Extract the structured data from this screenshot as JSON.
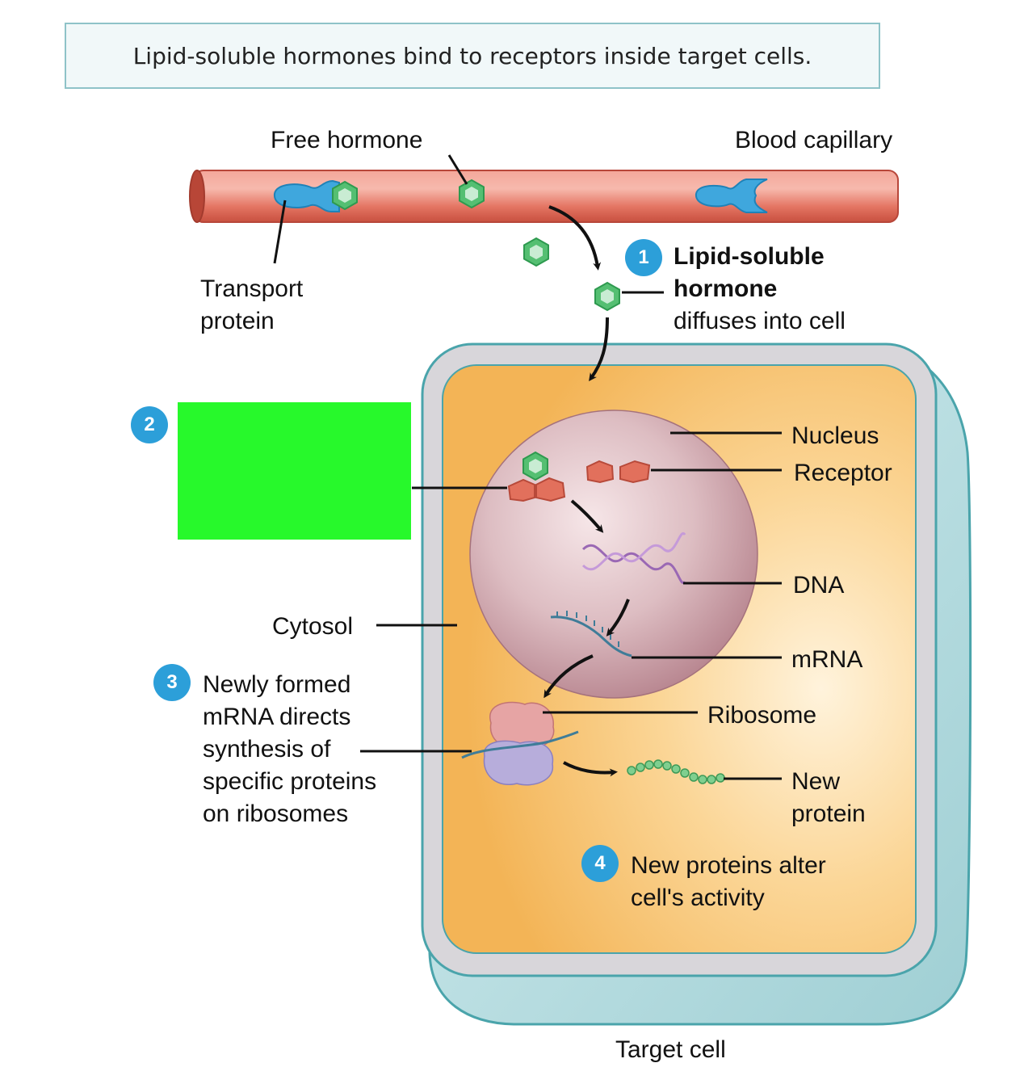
{
  "title": "Lipid-soluble hormones bind to receptors inside target cells.",
  "labels": {
    "free_hormone": "Free hormone",
    "blood_capillary": "Blood capillary",
    "transport_protein": "Transport\nprotein",
    "nucleus": "Nucleus",
    "receptor": "Receptor",
    "dna": "DNA",
    "cytosol": "Cytosol",
    "mrna": "mRNA",
    "ribosome": "Ribosome",
    "new_protein": "New\nprotein",
    "target_cell": "Target cell"
  },
  "steps": [
    {
      "number": "1",
      "bold": "Lipid-soluble\nhormone",
      "text": "diffuses into cell"
    },
    {
      "number": "2",
      "text": ""
    },
    {
      "number": "3",
      "text": "Newly formed\nmRNA directs\nsynthesis of\nspecific proteins\non ribosomes"
    },
    {
      "number": "4",
      "text": "New proteins alter\ncell's activity"
    }
  ],
  "colors": {
    "vessel": "#e06a58",
    "cell_membrane": "#8ccbd0",
    "cytosol": "#f6c068",
    "nucleus": "#c89aa2",
    "hormone": "#4db86a",
    "transport_protein": "#3fa7dd",
    "receptor": "#e2705c",
    "step_badge": "#2c9fd9",
    "hidden_label_box": "#27f92b"
  }
}
